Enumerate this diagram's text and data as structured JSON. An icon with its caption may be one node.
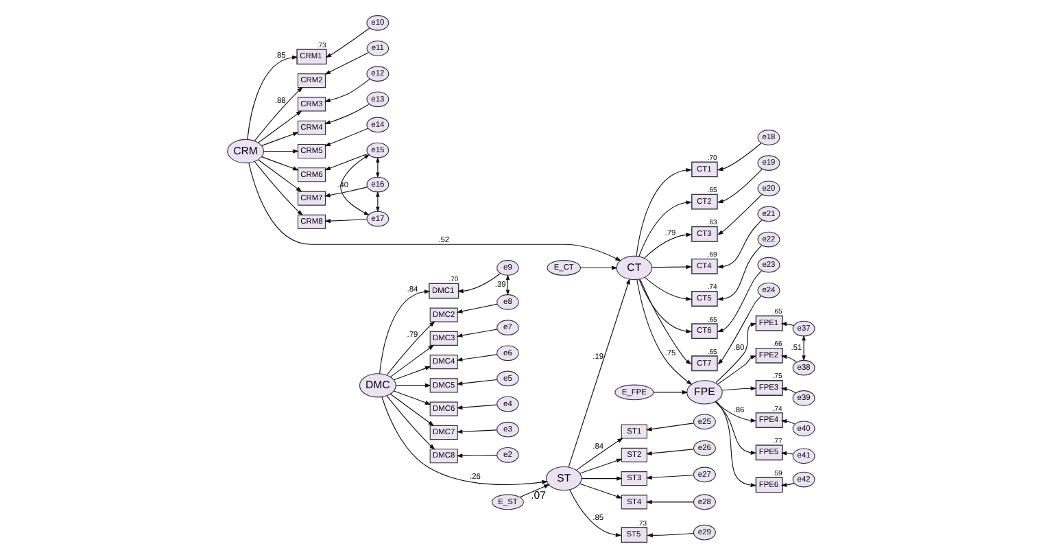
{
  "diagram": {
    "nodes": [
      {
        "text": [
          "e10"
        ]
      },
      {
        "text": [
          "e11"
        ]
      },
      {
        "text": [
          "e12"
        ]
      },
      {
        "text": [
          "e13"
        ]
      },
      {
        "text": [
          "e14"
        ]
      },
      {
        "text": [
          "e15"
        ]
      },
      {
        "text": [
          "e16"
        ]
      },
      {
        "text": [
          "e17"
        ]
      },
      {
        "text": [
          "CRM1"
        ],
        "beside": [
          ".73"
        ]
      },
      {
        "text": [
          "CRM2"
        ]
      },
      {
        "text": [
          "CRM3"
        ]
      },
      {
        "text": [
          "CRM4"
        ]
      },
      {
        "text": [
          "CRM5"
        ]
      },
      {
        "text": [
          "CRM6"
        ]
      },
      {
        "text": [
          "CRM7"
        ]
      },
      {
        "text": [
          "CRM8"
        ]
      },
      {
        "text": [
          "CRM"
        ]
      },
      {
        "text": [
          "e18"
        ]
      },
      {
        "text": [
          "e19"
        ]
      },
      {
        "text": [
          "e20"
        ]
      },
      {
        "text": [
          "e21"
        ]
      },
      {
        "text": [
          "e22"
        ]
      },
      {
        "text": [
          "e23"
        ]
      },
      {
        "text": [
          "e24"
        ]
      },
      {
        "text": [
          "CT1"
        ],
        "beside": [
          ".70"
        ]
      },
      {
        "text": [
          "CT2"
        ],
        "beside": [
          ".65"
        ]
      },
      {
        "text": [
          "CT3"
        ],
        "beside": [
          ".63"
        ]
      },
      {
        "text": [
          "CT4"
        ],
        "beside": [
          ".69"
        ]
      },
      {
        "text": [
          "CT5"
        ],
        "beside": [
          ".74"
        ]
      },
      {
        "text": [
          "CT6"
        ],
        "beside": [
          ".65"
        ]
      },
      {
        "text": [
          "CT7"
        ],
        "beside": [
          ".65"
        ]
      },
      {
        "text": [
          "CT"
        ]
      },
      {
        "text": [
          "E_CT"
        ]
      },
      {
        "text": [
          "FPE1"
        ],
        "beside": [
          ".65"
        ]
      },
      {
        "text": [
          "FPE2"
        ],
        "beside": [
          ".66"
        ]
      },
      {
        "text": [
          "FPE3"
        ],
        "beside": [
          ".75"
        ]
      },
      {
        "text": [
          "FPE4"
        ],
        "beside": [
          ".74"
        ]
      },
      {
        "text": [
          "FPE5"
        ],
        "beside": [
          ".77"
        ]
      },
      {
        "text": [
          "FPE6"
        ],
        "beside": [
          ".59"
        ]
      },
      {
        "text": [
          "e37"
        ]
      },
      {
        "text": [
          "e38"
        ]
      },
      {
        "text": [
          "e39"
        ]
      },
      {
        "text": [
          "e40"
        ]
      },
      {
        "text": [
          "e41"
        ]
      },
      {
        "text": [
          "e42"
        ]
      },
      {
        "text": [
          "FPE"
        ]
      },
      {
        "text": [
          "E_FPE"
        ]
      },
      {
        "text": [
          "e9"
        ]
      },
      {
        "text": [
          "e8"
        ]
      },
      {
        "text": [
          "e7"
        ]
      },
      {
        "text": [
          "e6"
        ]
      },
      {
        "text": [
          "e5"
        ]
      },
      {
        "text": [
          "e4"
        ]
      },
      {
        "text": [
          "e3"
        ]
      },
      {
        "text": [
          "e2"
        ]
      },
      {
        "text": [
          "DMC1"
        ],
        "beside": [
          ".70"
        ]
      },
      {
        "text": [
          "DMC2"
        ]
      },
      {
        "text": [
          "DMC3"
        ]
      },
      {
        "text": [
          "DMC4"
        ]
      },
      {
        "text": [
          "DMC5"
        ]
      },
      {
        "text": [
          "DMC6"
        ]
      },
      {
        "text": [
          "DMC7"
        ]
      },
      {
        "text": [
          "DMC8"
        ]
      },
      {
        "text": [
          "DMC"
        ]
      },
      {
        "text": [
          "ST"
        ],
        "beside": [
          ".07"
        ]
      },
      {
        "text": [
          "E_ST"
        ]
      },
      {
        "text": [
          "ST1"
        ]
      },
      {
        "text": [
          "ST2"
        ]
      },
      {
        "text": [
          "ST3"
        ]
      },
      {
        "text": [
          "ST4"
        ]
      },
      {
        "text": [
          "ST5"
        ],
        "beside": [
          ".73"
        ]
      },
      {
        "text": [
          "e25"
        ]
      },
      {
        "text": [
          "e26"
        ]
      },
      {
        "text": [
          "e27"
        ]
      },
      {
        "text": [
          "e28"
        ]
      },
      {
        "text": [
          "e29"
        ]
      }
    ],
    "edges": [
      {
        "from": 16,
        "to": 31,
        "arrow": "to",
        "label": ".52"
      },
      {
        "from": 63,
        "to": 64,
        "arrow": "to",
        "label": ".26"
      },
      {
        "from": 64,
        "to": 31,
        "arrow": "to",
        "label": ".19"
      },
      {
        "from": 31,
        "to": 45,
        "arrow": "to",
        "label": ".75"
      },
      {
        "from": 32,
        "to": 31,
        "arrow": "to"
      },
      {
        "from": 65,
        "to": 64,
        "arrow": "to"
      },
      {
        "from": 46,
        "to": 45,
        "arrow": "to"
      },
      {
        "from": 16,
        "to": 8,
        "arrow": "to",
        "label": ".85"
      },
      {
        "from": 16,
        "to": 9,
        "arrow": "to",
        "label": ".88"
      },
      {
        "from": 16,
        "to": 10,
        "arrow": "to"
      },
      {
        "from": 16,
        "to": 11,
        "arrow": "to"
      },
      {
        "from": 16,
        "to": 12,
        "arrow": "to"
      },
      {
        "from": 16,
        "to": 13,
        "arrow": "to"
      },
      {
        "from": 16,
        "to": 14,
        "arrow": "to"
      },
      {
        "from": 16,
        "to": 15,
        "arrow": "to"
      },
      {
        "from": 0,
        "to": 8,
        "arrow": "to"
      },
      {
        "from": 1,
        "to": 9,
        "arrow": "to"
      },
      {
        "from": 2,
        "to": 10,
        "arrow": "to"
      },
      {
        "from": 3,
        "to": 11,
        "arrow": "to"
      },
      {
        "from": 4,
        "to": 12,
        "arrow": "to"
      },
      {
        "from": 5,
        "to": 13,
        "arrow": "to"
      },
      {
        "from": 6,
        "to": 14,
        "arrow": "to"
      },
      {
        "from": 7,
        "to": 15,
        "arrow": "to"
      },
      {
        "from": 5,
        "to": 6,
        "arrow": "both"
      },
      {
        "from": 6,
        "to": 7,
        "arrow": "both"
      },
      {
        "from": 5,
        "to": 7,
        "arrow": "both",
        "label": ".40"
      },
      {
        "from": 31,
        "to": 24,
        "arrow": "to"
      },
      {
        "from": 31,
        "to": 25,
        "arrow": "to"
      },
      {
        "from": 31,
        "to": 26,
        "arrow": "to",
        "label": ".79"
      },
      {
        "from": 31,
        "to": 27,
        "arrow": "to"
      },
      {
        "from": 31,
        "to": 28,
        "arrow": "to"
      },
      {
        "from": 31,
        "to": 29,
        "arrow": "to"
      },
      {
        "from": 31,
        "to": 30,
        "arrow": "to"
      },
      {
        "from": 17,
        "to": 24,
        "arrow": "to"
      },
      {
        "from": 18,
        "to": 25,
        "arrow": "to"
      },
      {
        "from": 19,
        "to": 26,
        "arrow": "to"
      },
      {
        "from": 20,
        "to": 27,
        "arrow": "to"
      },
      {
        "from": 21,
        "to": 28,
        "arrow": "to"
      },
      {
        "from": 22,
        "to": 29,
        "arrow": "to"
      },
      {
        "from": 23,
        "to": 30,
        "arrow": "to"
      },
      {
        "from": 45,
        "to": 33,
        "arrow": "to",
        "label": ".80"
      },
      {
        "from": 45,
        "to": 34,
        "arrow": "to"
      },
      {
        "from": 45,
        "to": 35,
        "arrow": "to"
      },
      {
        "from": 45,
        "to": 36,
        "arrow": "to",
        "label": ".86"
      },
      {
        "from": 45,
        "to": 37,
        "arrow": "to"
      },
      {
        "from": 45,
        "to": 38,
        "arrow": "to"
      },
      {
        "from": 39,
        "to": 33,
        "arrow": "to"
      },
      {
        "from": 40,
        "to": 34,
        "arrow": "to"
      },
      {
        "from": 41,
        "to": 35,
        "arrow": "to"
      },
      {
        "from": 42,
        "to": 36,
        "arrow": "to"
      },
      {
        "from": 43,
        "to": 37,
        "arrow": "to"
      },
      {
        "from": 44,
        "to": 38,
        "arrow": "to"
      },
      {
        "from": 39,
        "to": 40,
        "arrow": "both",
        "label": ".51"
      },
      {
        "from": 63,
        "to": 55,
        "arrow": "to",
        "label": ".84"
      },
      {
        "from": 63,
        "to": 56,
        "arrow": "to",
        "label": ".79"
      },
      {
        "from": 63,
        "to": 57,
        "arrow": "to"
      },
      {
        "from": 63,
        "to": 58,
        "arrow": "to"
      },
      {
        "from": 63,
        "to": 59,
        "arrow": "to"
      },
      {
        "from": 63,
        "to": 60,
        "arrow": "to"
      },
      {
        "from": 63,
        "to": 61,
        "arrow": "to"
      },
      {
        "from": 63,
        "to": 62,
        "arrow": "to"
      },
      {
        "from": 47,
        "to": 55,
        "arrow": "to"
      },
      {
        "from": 48,
        "to": 56,
        "arrow": "to"
      },
      {
        "from": 49,
        "to": 57,
        "arrow": "to"
      },
      {
        "from": 50,
        "to": 58,
        "arrow": "to"
      },
      {
        "from": 51,
        "to": 59,
        "arrow": "to"
      },
      {
        "from": 52,
        "to": 60,
        "arrow": "to"
      },
      {
        "from": 53,
        "to": 61,
        "arrow": "to"
      },
      {
        "from": 54,
        "to": 62,
        "arrow": "to"
      },
      {
        "from": 47,
        "to": 48,
        "arrow": "both",
        "label": ".39"
      },
      {
        "from": 64,
        "to": 66,
        "arrow": "to",
        "label": ".84"
      },
      {
        "from": 64,
        "to": 67,
        "arrow": "to"
      },
      {
        "from": 64,
        "to": 68,
        "arrow": "to"
      },
      {
        "from": 64,
        "to": 69,
        "arrow": "to"
      },
      {
        "from": 64,
        "to": 70,
        "arrow": "to",
        "label": ".85"
      },
      {
        "from": 71,
        "to": 66,
        "arrow": "to"
      },
      {
        "from": 72,
        "to": 67,
        "arrow": "to"
      },
      {
        "from": 73,
        "to": 68,
        "arrow": "to"
      },
      {
        "from": 74,
        "to": 69,
        "arrow": "to"
      },
      {
        "from": 75,
        "to": 70,
        "arrow": "to"
      }
    ]
  }
}
